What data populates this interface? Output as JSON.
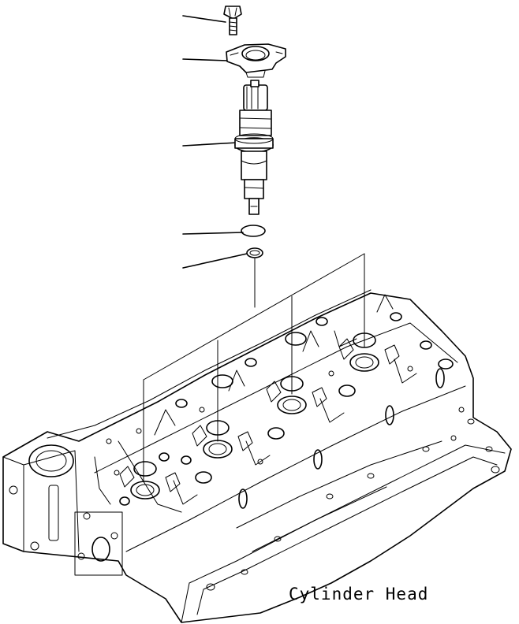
{
  "caption": "Cylinder Head",
  "parts": [
    {
      "id": "bolt",
      "icon": "bolt-icon"
    },
    {
      "id": "clamp",
      "icon": "clamp-icon"
    },
    {
      "id": "injector",
      "icon": "injector-icon"
    },
    {
      "id": "o-ring",
      "icon": "o-ring-icon"
    },
    {
      "id": "seal-washer",
      "icon": "seal-washer-icon"
    },
    {
      "id": "cylinder-head",
      "icon": "cylinder-head-icon"
    }
  ]
}
